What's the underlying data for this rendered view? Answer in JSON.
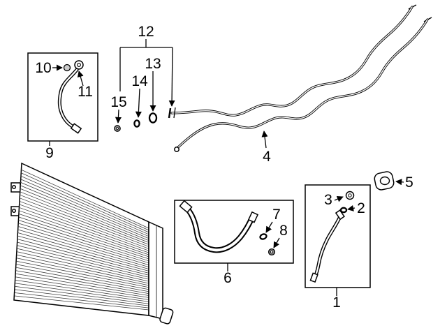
{
  "diagram": {
    "kind": "exploded-parts-diagram",
    "background_color": "#ffffff",
    "line_color": "#000000",
    "callouts": {
      "n1": "1",
      "n2": "2",
      "n3": "3",
      "n4": "4",
      "n5": "5",
      "n6": "6",
      "n7": "7",
      "n8": "8",
      "n9": "9",
      "n10": "10",
      "n11": "11",
      "n12": "12",
      "n13": "13",
      "n14": "14",
      "n15": "15"
    }
  }
}
